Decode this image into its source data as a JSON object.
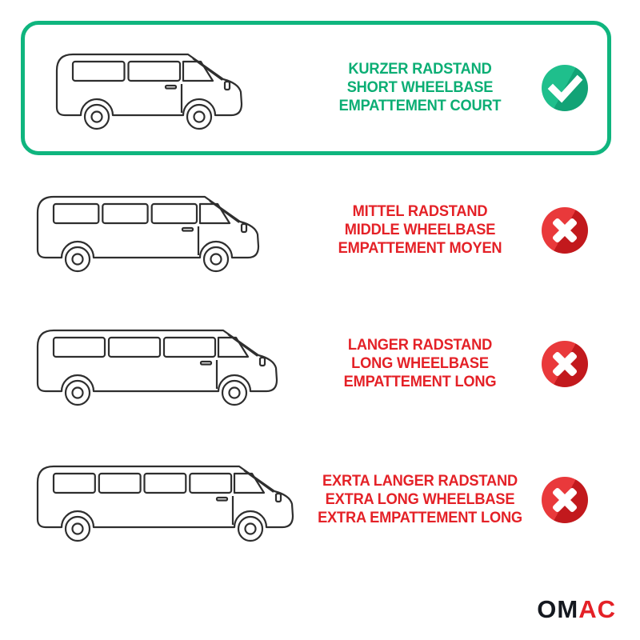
{
  "page": {
    "background": "#ffffff"
  },
  "rows": [
    {
      "id": "short-wheelbase",
      "label_lines": [
        "KURZER RADSTAND",
        "SHORT WHEELBASE",
        "EMPATTEMENT COURT"
      ],
      "status": "check",
      "text_color": "#0BAE74",
      "selected": true
    },
    {
      "id": "middle-wheelbase",
      "label_lines": [
        "MITTEL RADSTAND",
        "MIDDLE WHEELBASE",
        "EMPATTEMENT MOYEN"
      ],
      "status": "cross",
      "text_color": "#E42127",
      "selected": false
    },
    {
      "id": "long-wheelbase",
      "label_lines": [
        "LANGER RADSTAND",
        "LONG WHEELBASE",
        "EMPATTEMENT LONG"
      ],
      "status": "cross",
      "text_color": "#E42127",
      "selected": false
    },
    {
      "id": "extra-long-wheelbase",
      "label_lines": [
        "EXRTA LANGER RADSTAND",
        "EXTRA LONG WHEELBASE",
        "EXTRA EMPATTEMENT LONG"
      ],
      "status": "cross",
      "text_color": "#E42127",
      "selected": false
    }
  ],
  "badges": {
    "check_color": "#1FBF8C",
    "check_color_dark": "#12A376",
    "cross_color": "#E9393B",
    "cross_color_dark": "#C2191D"
  },
  "highlight_border_color": "#0FB57E",
  "illustrations": {
    "van_line_color": "#2E2E2E"
  },
  "logo": {
    "part1": "OM",
    "part2": "AC",
    "part1_color": "#14181F",
    "part2_color": "#E42127"
  }
}
